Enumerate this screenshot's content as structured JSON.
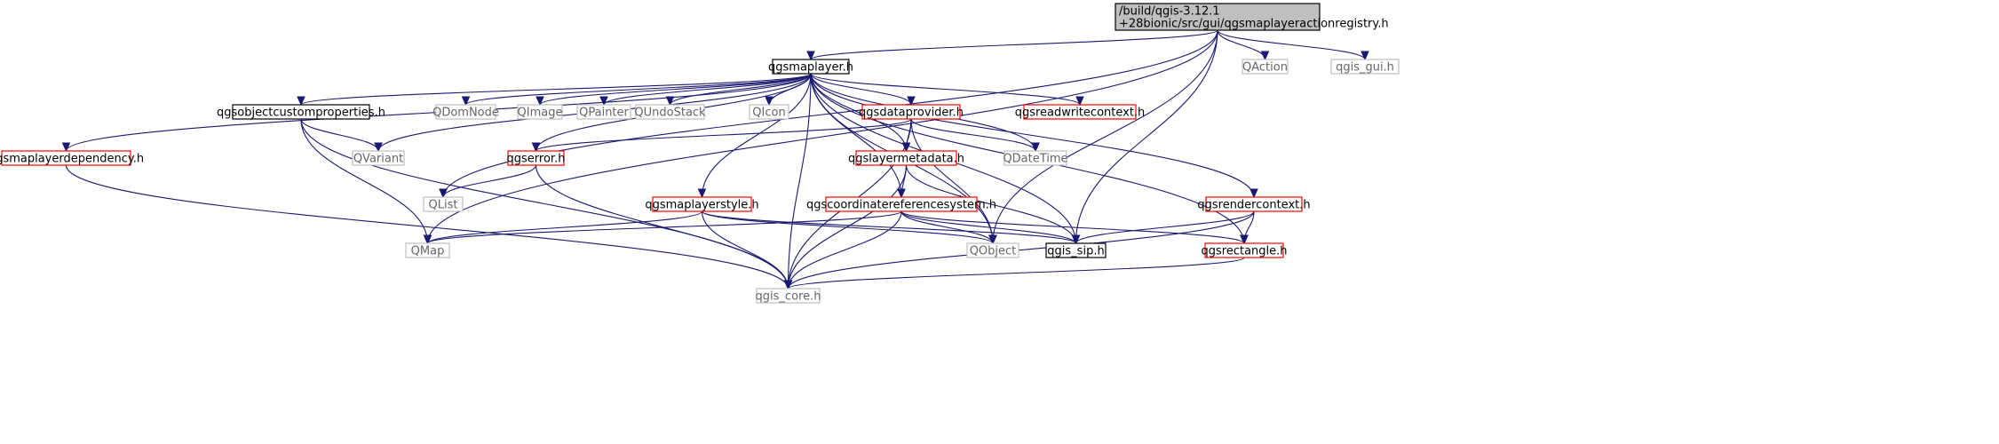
{
  "diagram": {
    "type": "include-dependency-graph",
    "edge_color": "#191970",
    "nodes": [
      {
        "id": "root",
        "lines": [
          "/build/qgis-3.12.1",
          "+28bionic/src/gui/qgsmaplayeractionregistry.h"
        ],
        "style": "root"
      },
      {
        "id": "qgsmaplayer",
        "lines": [
          "qgsmaplayer.h"
        ],
        "style": "black"
      },
      {
        "id": "QAction",
        "lines": [
          "QAction"
        ],
        "style": "gray"
      },
      {
        "id": "qgis_gui",
        "lines": [
          "qgis_gui.h"
        ],
        "style": "gray"
      },
      {
        "id": "qgsmaplayerdependency",
        "lines": [
          "qgsmaplayerdependency.h"
        ],
        "style": "red"
      },
      {
        "id": "qgsobjectcustomproperties",
        "lines": [
          "qgsobjectcustomproperties.h"
        ],
        "style": "black"
      },
      {
        "id": "QDomNode",
        "lines": [
          "QDomNode"
        ],
        "style": "gray"
      },
      {
        "id": "QImage",
        "lines": [
          "QImage"
        ],
        "style": "gray"
      },
      {
        "id": "QPainter",
        "lines": [
          "QPainter"
        ],
        "style": "gray"
      },
      {
        "id": "QUndoStack",
        "lines": [
          "QUndoStack"
        ],
        "style": "gray"
      },
      {
        "id": "QIcon",
        "lines": [
          "QIcon"
        ],
        "style": "gray"
      },
      {
        "id": "qgsdataprovider",
        "lines": [
          "qgsdataprovider.h"
        ],
        "style": "red"
      },
      {
        "id": "qgsreadwritecontext",
        "lines": [
          "qgsreadwritecontext.h"
        ],
        "style": "red"
      },
      {
        "id": "QVariant",
        "lines": [
          "QVariant"
        ],
        "style": "gray"
      },
      {
        "id": "qgserror",
        "lines": [
          "qgserror.h"
        ],
        "style": "red"
      },
      {
        "id": "qgslayermetadata",
        "lines": [
          "qgslayermetadata.h"
        ],
        "style": "red"
      },
      {
        "id": "QDateTime",
        "lines": [
          "QDateTime"
        ],
        "style": "gray"
      },
      {
        "id": "QList",
        "lines": [
          "QList"
        ],
        "style": "gray"
      },
      {
        "id": "qgsmaplayerstyle",
        "lines": [
          "qgsmaplayerstyle.h"
        ],
        "style": "red"
      },
      {
        "id": "qgscoordinatereferencesystem",
        "lines": [
          "qgscoordinatereferencesystem.h"
        ],
        "style": "red"
      },
      {
        "id": "qgsrendercontext",
        "lines": [
          "qgsrendercontext.h"
        ],
        "style": "red"
      },
      {
        "id": "QMap",
        "lines": [
          "QMap"
        ],
        "style": "gray"
      },
      {
        "id": "QObject",
        "lines": [
          "QObject"
        ],
        "style": "gray"
      },
      {
        "id": "qgis_sip",
        "lines": [
          "qgis_sip.h"
        ],
        "style": "black"
      },
      {
        "id": "qgsrectangle",
        "lines": [
          "qgsrectangle.h"
        ],
        "style": "red"
      },
      {
        "id": "qgis_core",
        "lines": [
          "qgis_core.h"
        ],
        "style": "gray"
      }
    ],
    "edges": [
      [
        "root",
        "qgsmaplayer"
      ],
      [
        "root",
        "QAction"
      ],
      [
        "root",
        "qgis_gui"
      ],
      [
        "root",
        "QObject"
      ],
      [
        "root",
        "qgis_sip"
      ],
      [
        "root",
        "QList"
      ],
      [
        "root",
        "QMap"
      ],
      [
        "qgsmaplayer",
        "qgsmaplayerdependency"
      ],
      [
        "qgsmaplayer",
        "qgsobjectcustomproperties"
      ],
      [
        "qgsmaplayer",
        "QDomNode"
      ],
      [
        "qgsmaplayer",
        "QImage"
      ],
      [
        "qgsmaplayer",
        "QPainter"
      ],
      [
        "qgsmaplayer",
        "QUndoStack"
      ],
      [
        "qgsmaplayer",
        "QIcon"
      ],
      [
        "qgsmaplayer",
        "qgsdataprovider"
      ],
      [
        "qgsmaplayer",
        "qgsreadwritecontext"
      ],
      [
        "qgsmaplayer",
        "QVariant"
      ],
      [
        "qgsmaplayer",
        "qgserror"
      ],
      [
        "qgsmaplayer",
        "qgsmaplayerstyle"
      ],
      [
        "qgsmaplayer",
        "qgscoordinatereferencesystem"
      ],
      [
        "qgsmaplayer",
        "qgslayermetadata"
      ],
      [
        "qgsmaplayer",
        "QDateTime"
      ],
      [
        "qgsmaplayer",
        "QObject"
      ],
      [
        "qgsmaplayer",
        "qgis_sip"
      ],
      [
        "qgsmaplayer",
        "qgis_core"
      ],
      [
        "qgsmaplayer",
        "qgsrendercontext"
      ],
      [
        "qgsmaplayer",
        "qgsrectangle"
      ],
      [
        "qgsmaplayerdependency",
        "qgis_core"
      ],
      [
        "qgsobjectcustomproperties",
        "QVariant"
      ],
      [
        "qgsobjectcustomproperties",
        "QMap"
      ],
      [
        "qgsobjectcustomproperties",
        "qgis_core"
      ],
      [
        "qgsdataprovider",
        "qgserror"
      ],
      [
        "qgsdataprovider",
        "qgslayermetadata"
      ],
      [
        "qgsdataprovider",
        "QDateTime"
      ],
      [
        "qgsdataprovider",
        "QObject"
      ],
      [
        "qgsdataprovider",
        "qgis_core"
      ],
      [
        "qgserror",
        "QList"
      ],
      [
        "qgserror",
        "qgis_core"
      ],
      [
        "qgslayermetadata",
        "qgscoordinatereferencesystem"
      ],
      [
        "qgslayermetadata",
        "qgis_sip"
      ],
      [
        "qgslayermetadata",
        "qgis_core"
      ],
      [
        "qgsmaplayerstyle",
        "QMap"
      ],
      [
        "qgsmaplayerstyle",
        "qgis_core"
      ],
      [
        "qgsmaplayerstyle",
        "QObject"
      ],
      [
        "qgsmaplayerstyle",
        "qgis_sip"
      ],
      [
        "qgscoordinatereferencesystem",
        "QMap"
      ],
      [
        "qgscoordinatereferencesystem",
        "QObject"
      ],
      [
        "qgscoordinatereferencesystem",
        "qgis_sip"
      ],
      [
        "qgscoordinatereferencesystem",
        "qgis_core"
      ],
      [
        "qgscoordinatereferencesystem",
        "qgsrectangle"
      ],
      [
        "qgsrendercontext",
        "qgis_sip"
      ],
      [
        "qgsrendercontext",
        "qgsrectangle"
      ],
      [
        "qgsrendercontext",
        "qgis_core"
      ],
      [
        "qgsrectangle",
        "qgis_core"
      ]
    ]
  },
  "colors": {
    "edge": "#191970",
    "root_fill": "#bfbfbf",
    "black_stroke": "#000000",
    "red_stroke": "#ff0000",
    "gray_stroke": "#bfbfbf",
    "text": "#000000",
    "gray_text": "#666666"
  }
}
